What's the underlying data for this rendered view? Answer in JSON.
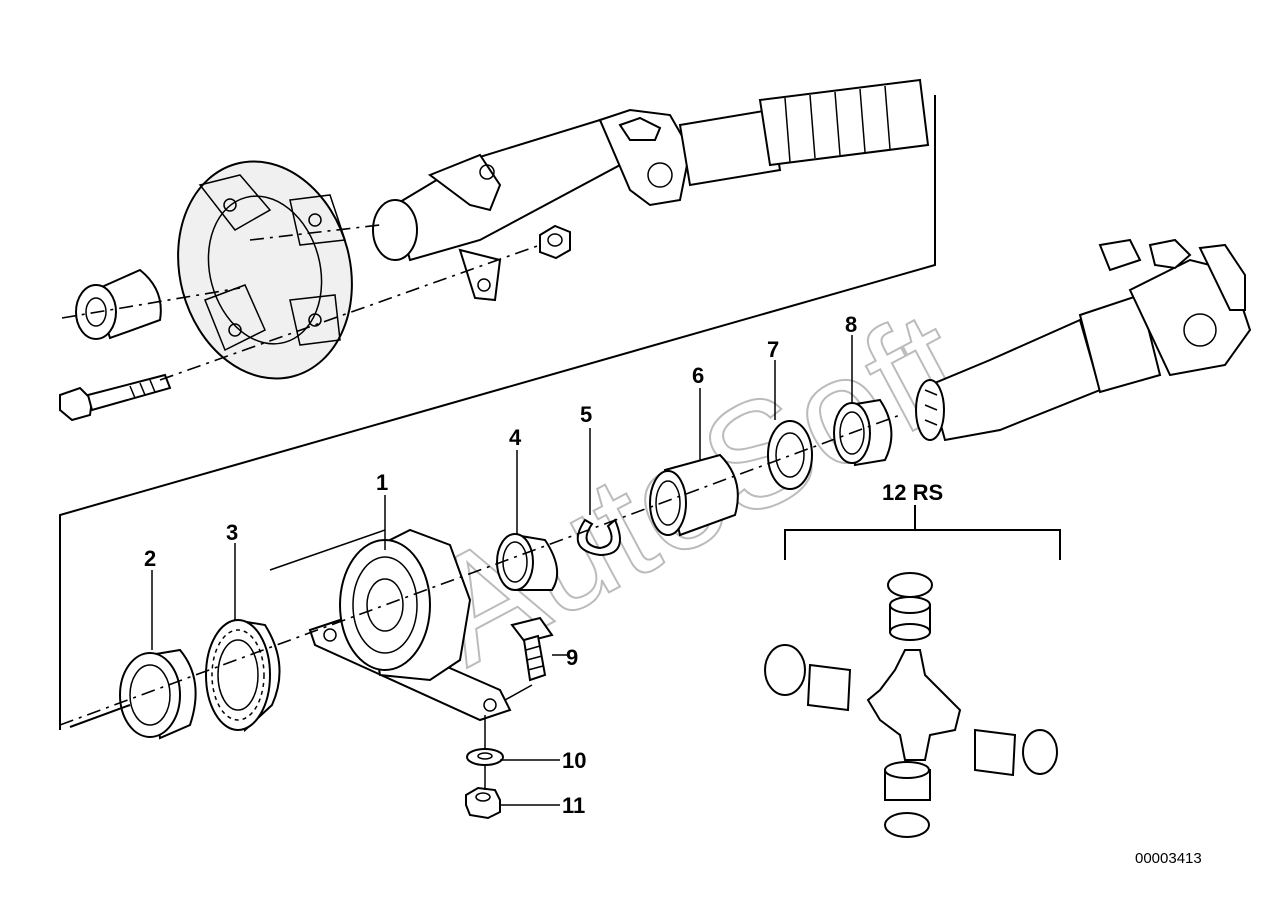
{
  "diagram": {
    "part_labels": [
      {
        "id": "p1",
        "text": "1"
      },
      {
        "id": "p2",
        "text": "2"
      },
      {
        "id": "p3",
        "text": "3"
      },
      {
        "id": "p4",
        "text": "4"
      },
      {
        "id": "p5",
        "text": "5"
      },
      {
        "id": "p6",
        "text": "6"
      },
      {
        "id": "p7",
        "text": "7"
      },
      {
        "id": "p8",
        "text": "8"
      },
      {
        "id": "p9",
        "text": "9"
      },
      {
        "id": "p10",
        "text": "10"
      },
      {
        "id": "p11",
        "text": "11"
      },
      {
        "id": "p12",
        "text": "12 RS"
      }
    ],
    "document_number": "00003413",
    "watermark": "AutoSoft"
  }
}
